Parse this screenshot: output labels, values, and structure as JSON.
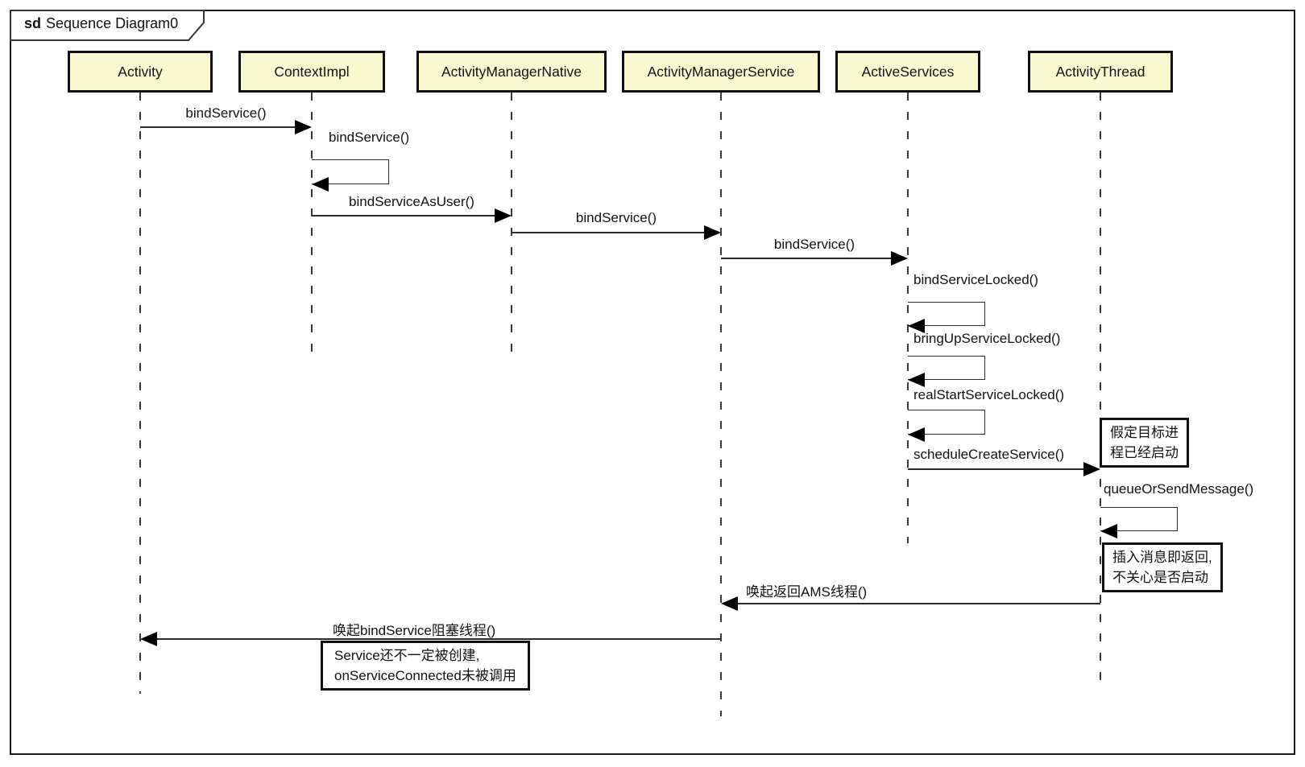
{
  "diagram": {
    "frame_keyword": "sd",
    "frame_title": "Sequence Diagram0",
    "type": "uml-sequence-diagram"
  },
  "participants": [
    {
      "name": "Activity"
    },
    {
      "name": "ContextImpl"
    },
    {
      "name": "ActivityManagerNative"
    },
    {
      "name": "ActivityManagerService"
    },
    {
      "name": "ActiveServices"
    },
    {
      "name": "ActivityThread"
    }
  ],
  "messages": [
    {
      "label": "bindService()",
      "from": "Activity",
      "to": "ContextImpl",
      "kind": "call"
    },
    {
      "label": "bindService()",
      "from": "ContextImpl",
      "to": "ContextImpl",
      "kind": "self-call"
    },
    {
      "label": "bindServiceAsUser()",
      "from": "ContextImpl",
      "to": "ActivityManagerNative",
      "kind": "call"
    },
    {
      "label": "bindService()",
      "from": "ActivityManagerNative",
      "to": "ActivityManagerService",
      "kind": "call"
    },
    {
      "label": "bindService()",
      "from": "ActivityManagerService",
      "to": "ActiveServices",
      "kind": "call"
    },
    {
      "label": "bindServiceLocked()",
      "from": "ActiveServices",
      "to": "ActiveServices",
      "kind": "self-call"
    },
    {
      "label": "bringUpServiceLocked()",
      "from": "ActiveServices",
      "to": "ActiveServices",
      "kind": "self-call"
    },
    {
      "label": "realStartServiceLocked()",
      "from": "ActiveServices",
      "to": "ActiveServices",
      "kind": "self-call"
    },
    {
      "label": "scheduleCreateService()",
      "from": "ActiveServices",
      "to": "ActivityThread",
      "kind": "call"
    },
    {
      "label": "queueOrSendMessage()",
      "from": "ActivityThread",
      "to": "ActivityThread",
      "kind": "self-call"
    },
    {
      "label": "唤起返回AMS线程()",
      "from": "ActivityThread",
      "to": "ActivityManagerService",
      "kind": "call"
    },
    {
      "label": "唤起bindService阻塞线程()",
      "from": "ActivityManagerService",
      "to": "Activity",
      "kind": "call"
    }
  ],
  "notes": [
    {
      "line1": "假定目标进",
      "line2": "程已经启动"
    },
    {
      "line1": "插入消息即返回,",
      "line2": "不关心是否启动"
    },
    {
      "line1": "Service还不一定被创建,",
      "line2": "onServiceConnected未被调用"
    }
  ],
  "colors": {
    "participant_fill": "#fafad2",
    "line": "#2b2b2b",
    "border": "#111111",
    "background": "#ffffff"
  }
}
